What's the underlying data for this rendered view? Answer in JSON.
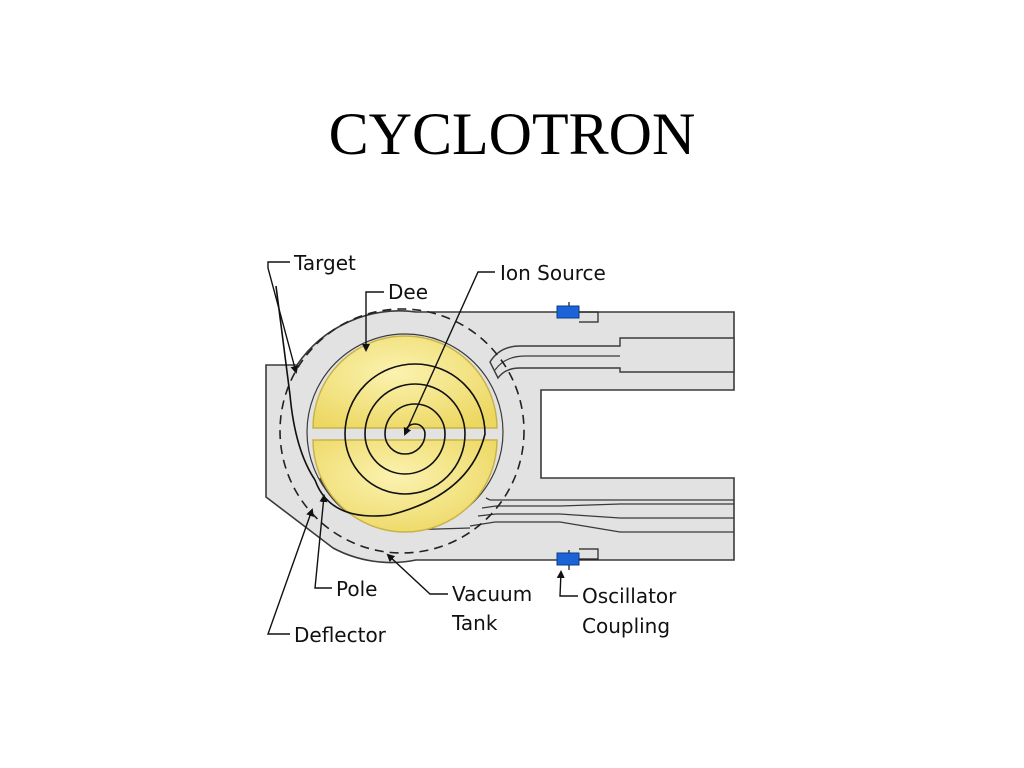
{
  "slide": {
    "title": "CYCLOTRON"
  },
  "labels": {
    "target": "Target",
    "dee": "Dee",
    "ion_source": "Ion Source",
    "pole": "Pole",
    "deflector": "Deflector",
    "vacuum": "Vacuum",
    "tank": "Tank",
    "oscillator": "Oscillator",
    "coupling": "Coupling"
  },
  "colors": {
    "tank_fill": "#e2e2e2",
    "outline": "#3a3a3a",
    "dee_fill": "#f2e27a",
    "dee_stroke": "#c9b347",
    "coupling_blue": "#1b63d6",
    "background": "#ffffff"
  }
}
